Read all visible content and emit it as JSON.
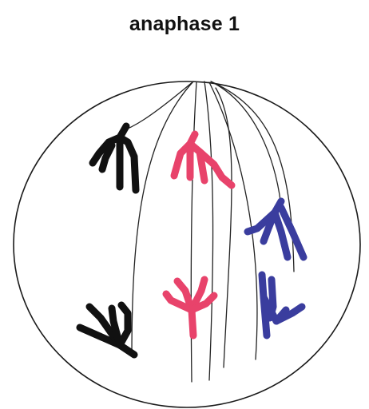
{
  "title": "anaphase 1",
  "colors": {
    "background": "#ffffff",
    "outline": "#1a1a1a",
    "spindle": "#222222",
    "chromosome_black": "#111111",
    "chromosome_pink": "#e8436b",
    "chromosome_blue": "#3a3d9e"
  },
  "chromosomes": [
    {
      "name": "black-upper",
      "color_key": "chromosome_black"
    },
    {
      "name": "black-lower",
      "color_key": "chromosome_black"
    },
    {
      "name": "pink-upper",
      "color_key": "chromosome_pink"
    },
    {
      "name": "pink-lower",
      "color_key": "chromosome_pink"
    },
    {
      "name": "blue-upper",
      "color_key": "chromosome_blue"
    },
    {
      "name": "blue-lower",
      "color_key": "chromosome_blue"
    }
  ]
}
